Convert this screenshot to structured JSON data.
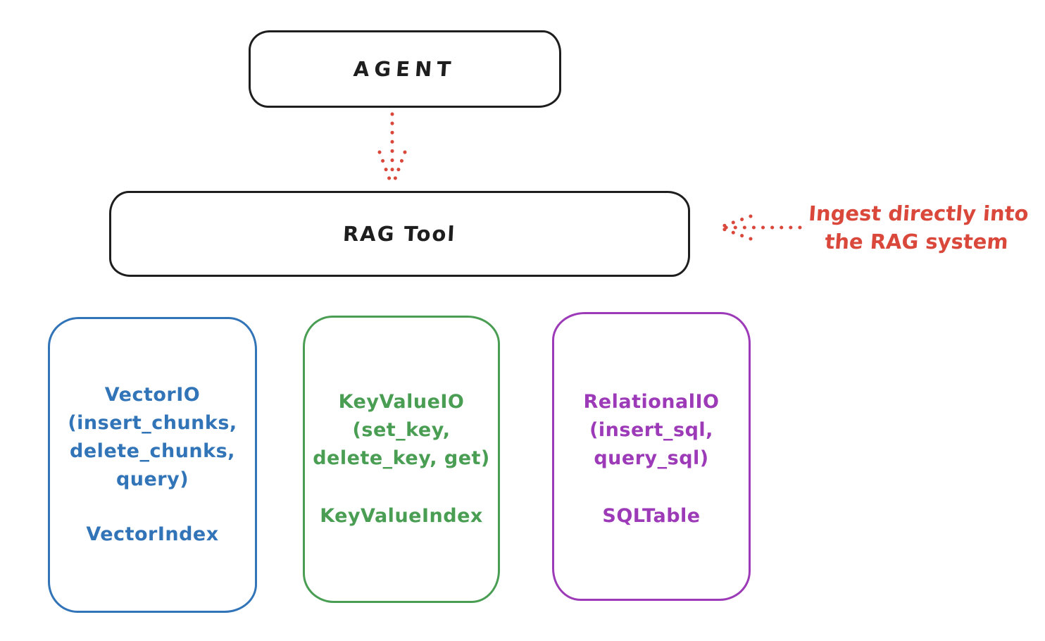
{
  "agent": {
    "label": "AGENT"
  },
  "rag_tool": {
    "label": "RAG Tool"
  },
  "annotation": {
    "line1": "Ingest directly into",
    "line2": "the RAG system"
  },
  "arrows": [
    {
      "id": "agent-to-ragtool",
      "style": "dotted",
      "direction": "down",
      "color": "#d9483b"
    },
    {
      "id": "ingest-into-ragtool",
      "style": "dotted",
      "direction": "left",
      "color": "#d9483b"
    }
  ],
  "colors": {
    "ink": "#1e1e1e",
    "red": "#d9483b",
    "blue": "#3274b8",
    "green": "#4a9e53",
    "purple": "#9c3ab8",
    "background": "#ffffff"
  },
  "storage_boxes": [
    {
      "id": "vector-io",
      "color": "#3274b8",
      "title": "VectorIO",
      "methods": [
        "(insert_chunks,",
        "delete_chunks,",
        "query)"
      ],
      "index_label": "VectorIndex"
    },
    {
      "id": "keyvalue-io",
      "color": "#4a9e53",
      "title": "KeyValueIO",
      "methods": [
        "(set_key,",
        "delete_key, get)"
      ],
      "index_label": "KeyValueIndex"
    },
    {
      "id": "relational-io",
      "color": "#9c3ab8",
      "title": "RelationalIO",
      "methods": [
        "(insert_sql,",
        "query_sql)"
      ],
      "index_label": "SQLTable"
    }
  ]
}
